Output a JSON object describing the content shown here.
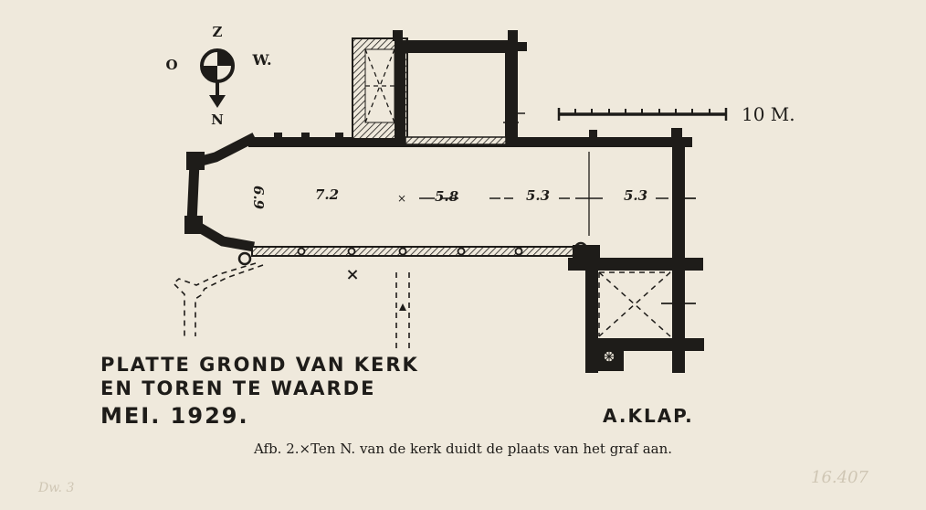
{
  "compass": {
    "top": "Z",
    "left": "O",
    "right": "W.",
    "bottom": "N"
  },
  "scale_label": "10 M.",
  "measurements": [
    "6.9",
    "7.2",
    "5.8",
    "5.3",
    "5.3"
  ],
  "grave_mark": "×",
  "title_lines": [
    "PLATTE GROND VAN KERK",
    "EN TOREN TE WAARDE",
    "MEI. 1929."
  ],
  "author": "A.KLAP.",
  "caption": "Afb. 2.×Ten N. van de kerk duidt de plaats van het graf aan.",
  "pencil_notes": [
    "Dw. 3",
    "16.407"
  ],
  "colors": {
    "paper": "#efe9dc",
    "ink": "#1e1c19"
  }
}
